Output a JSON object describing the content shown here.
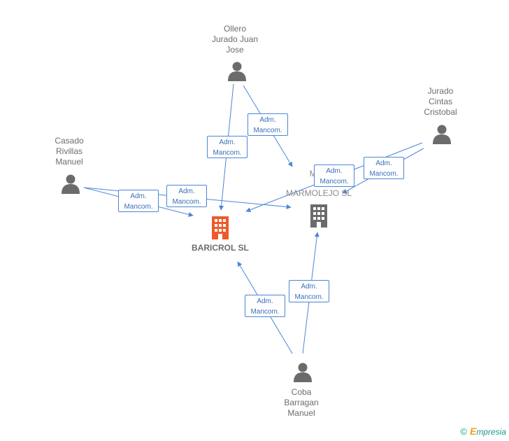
{
  "colors": {
    "edge": "#4a86d8",
    "person": "#6b6b6b",
    "company_main": "#f05a28",
    "company_other": "#6b6b6b"
  },
  "nodes": {
    "ollero": {
      "lines": [
        "Ollero",
        "Jurado Juan",
        "Jose"
      ],
      "icon": "person-icon"
    },
    "jurado": {
      "lines": [
        "Jurado",
        "Cintas",
        "Cristobal"
      ],
      "icon": "person-icon"
    },
    "casado": {
      "lines": [
        "Casado",
        "Rivillas",
        "Manuel"
      ],
      "icon": "person-icon"
    },
    "coba": {
      "lines": [
        "Coba",
        "Barragan",
        "Manuel"
      ],
      "icon": "person-icon"
    },
    "baricrol": {
      "label": "BARICROL SL",
      "icon": "building-icon"
    },
    "muebles": {
      "lines": [
        "MUE",
        "FE",
        "MARMOLEJO SL"
      ],
      "icon": "building-icon"
    }
  },
  "relations": [
    {
      "line1": "Adm.",
      "line2": "Mancom."
    },
    {
      "line1": "Adm.",
      "line2": "Mancom."
    },
    {
      "line1": "Adm.",
      "line2": "Mancom."
    },
    {
      "line1": "Adm.",
      "line2": "Mancom."
    },
    {
      "line1": "Adm.",
      "line2": "Mancom."
    },
    {
      "line1": "Adm.",
      "line2": "Mancom."
    },
    {
      "line1": "Adm.",
      "line2": "Mancom."
    },
    {
      "line1": "Adm.",
      "line2": "Mancom."
    }
  ],
  "footer": {
    "copyright": "©",
    "brand_initial": "E",
    "brand_rest": "mpresia"
  }
}
